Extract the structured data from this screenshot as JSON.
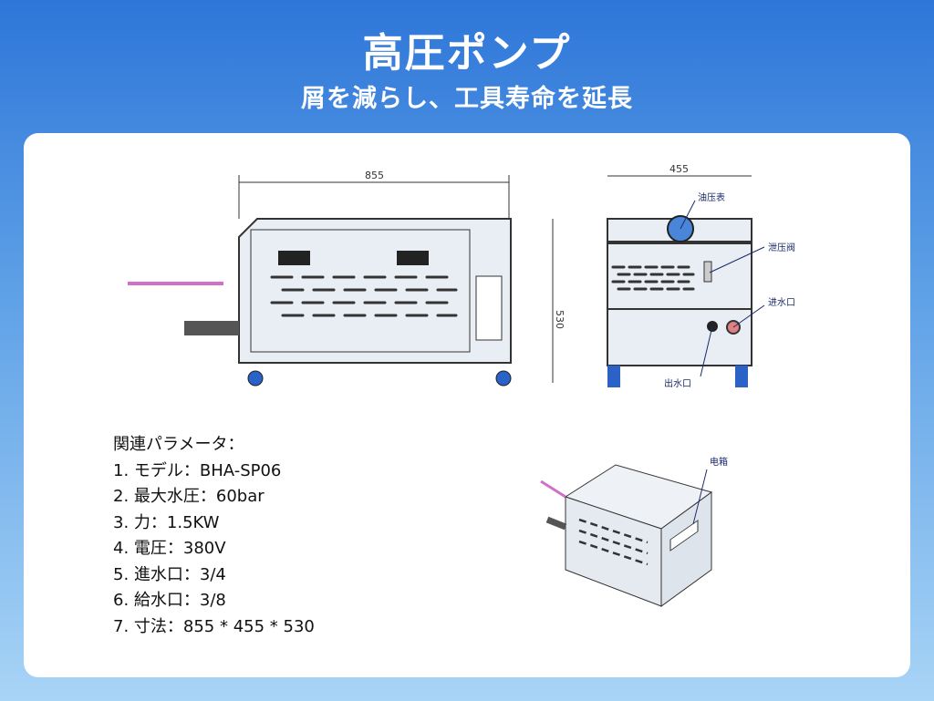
{
  "header": {
    "title": "高圧ポンプ",
    "subtitle": "屑を減らし、工具寿命を延長"
  },
  "drawing": {
    "side_width": "855",
    "side_height": "530",
    "front_width": "455",
    "labels": {
      "gauge": "油压表",
      "relief_valve": "泄压阀",
      "inlet": "进水口",
      "outlet": "出水口",
      "control_box": "电箱"
    }
  },
  "params": {
    "heading": "関連パラメータ：",
    "items": [
      "1. モデル：BHA-SP06",
      "2. 最大水圧：60bar",
      "3. 力：1.5KW",
      "4. 電圧：380V",
      "5. 進水口：3/4",
      "6. 給水口：3/8",
      "7. 寸法：855 * 455 * 530"
    ]
  }
}
